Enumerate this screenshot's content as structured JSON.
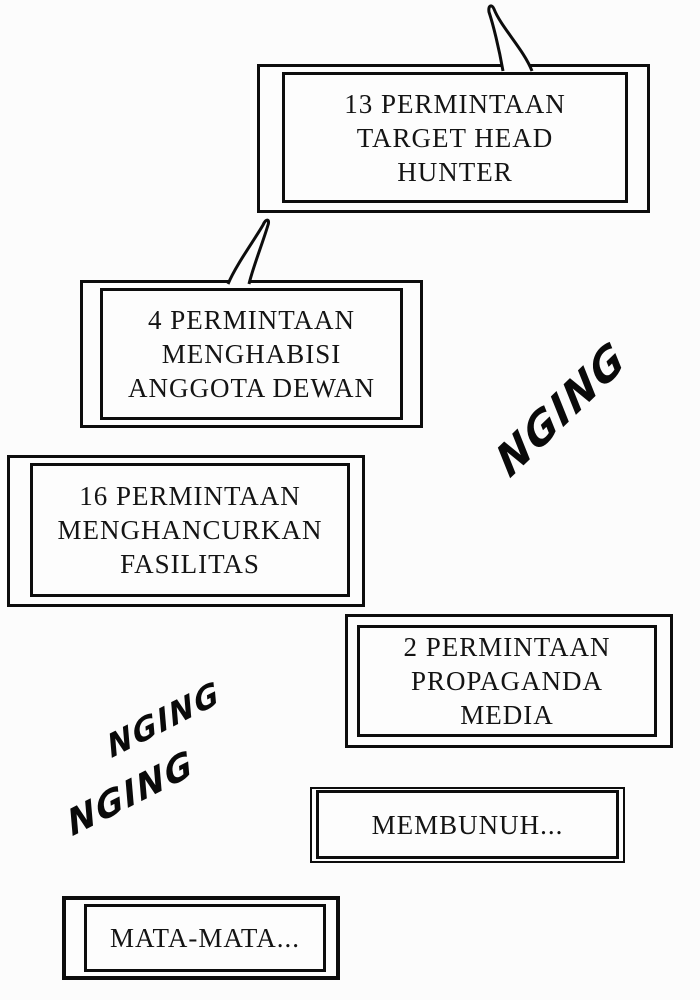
{
  "page": {
    "background": "#fcfcfc",
    "ink": "#0d0d0d",
    "kind": "comic-page"
  },
  "bubbles": [
    {
      "name": "head-hunter-requests",
      "tail": "top",
      "lines": [
        "13 PERMINTAAN",
        "TARGET HEAD",
        "HUNTER"
      ]
    },
    {
      "name": "council-member-requests",
      "tail": "top",
      "lines": [
        "4 PERMINTAAN",
        "MENGHABISI",
        "ANGGOTA DEWAN"
      ]
    },
    {
      "name": "facility-requests",
      "tail": "none",
      "lines": [
        "16 PERMINTAAN",
        "MENGHANCURKAN",
        "FASILITAS"
      ]
    },
    {
      "name": "media-propaganda-requests",
      "tail": "none",
      "lines": [
        "2 PERMINTAAN",
        "PROPAGANDA",
        "MEDIA"
      ]
    },
    {
      "name": "membunuh",
      "tail": "none",
      "lines": [
        "MEMBUNUH..."
      ]
    },
    {
      "name": "mata-mata",
      "tail": "none",
      "lines": [
        "MATA-MATA..."
      ]
    }
  ],
  "sfx": [
    {
      "name": "nging-right",
      "text": "NGING"
    },
    {
      "name": "nging-left-upper",
      "text": "NGING"
    },
    {
      "name": "nging-left-lower",
      "text": "NGING"
    }
  ]
}
